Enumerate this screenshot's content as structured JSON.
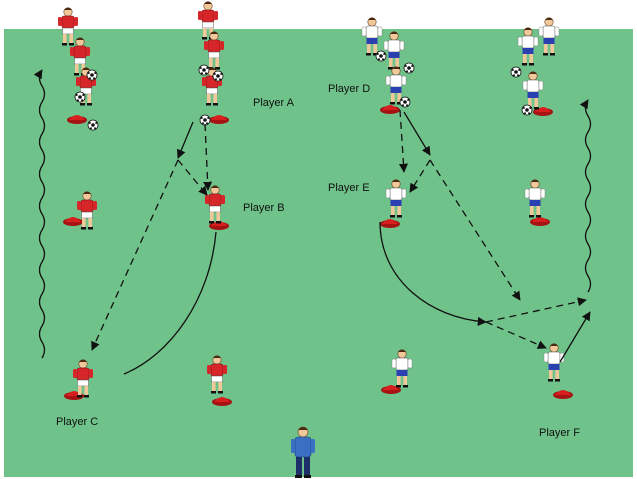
{
  "labels": {
    "player_a": "Player A",
    "player_b": "Player B",
    "player_c": "Player C",
    "player_d": "Player D",
    "player_e": "Player E",
    "player_f": "Player F"
  },
  "colors": {
    "pitch": "#6fc28a",
    "cone": "#d81e1e",
    "team_red_shirt": "#d6262a",
    "team_red_shorts": "#ffffff",
    "team_white_shirt": "#ffffff",
    "team_white_shorts": "#2a3fb0",
    "coach_shirt": "#3a6fc4",
    "coach_trousers": "#1c2f6b",
    "line": "#111111"
  },
  "icons": {
    "cone": "cone-icon",
    "ball": "ball-icon",
    "player": "player-icon",
    "coach": "coach-icon"
  }
}
